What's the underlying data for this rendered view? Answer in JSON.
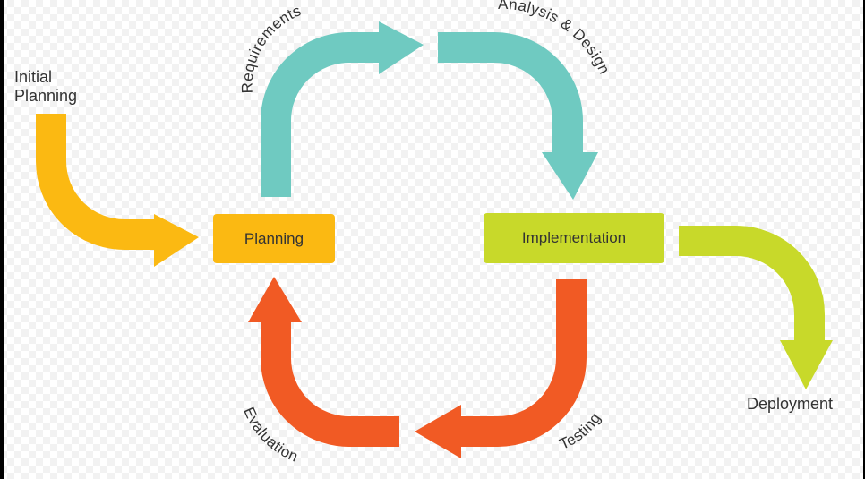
{
  "colors": {
    "yellow": "#FBB912",
    "teal": "#6FCAC1",
    "lime": "#C8D92A",
    "orange": "#F15A24",
    "text": "#333333"
  },
  "nodes": {
    "planning": "Planning",
    "implementation": "Implementation"
  },
  "labels": {
    "initial_planning": "Initial Planning",
    "deployment": "Deployment",
    "requirements": "Requirements",
    "analysis_design": "Analysis & Design",
    "testing": "Testing",
    "evaluation": "Evaluation"
  }
}
